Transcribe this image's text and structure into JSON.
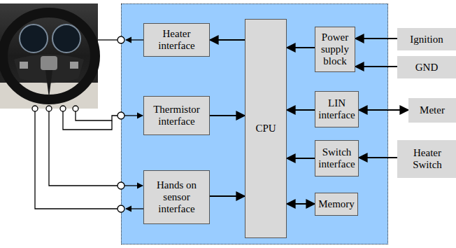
{
  "diagram": {
    "nodes": [
      {
        "text": [
          "Heater interface"
        ]
      },
      {
        "text": [
          "Thermistor interface"
        ]
      },
      {
        "text": [
          "Hands on sensor interface"
        ]
      },
      {
        "text": [
          "CPU"
        ]
      },
      {
        "text": [
          "Power supply block"
        ]
      },
      {
        "text": [
          "LIN interface"
        ]
      },
      {
        "text": [
          "Switch interface"
        ]
      },
      {
        "text": [
          "Memory"
        ]
      },
      {
        "text": [
          "Ignition"
        ]
      },
      {
        "text": [
          "GND"
        ]
      },
      {
        "text": [
          "Meter"
        ]
      },
      {
        "text": [
          "Heater Switch"
        ]
      }
    ],
    "edges": [
      {
        "from": 3,
        "to": 0,
        "arrow": "to"
      },
      {
        "from": 1,
        "to": 3,
        "arrow": "to"
      },
      {
        "from": 2,
        "to": 3,
        "arrow": "to"
      },
      {
        "from": 8,
        "to": 4,
        "arrow": "to"
      },
      {
        "from": 9,
        "to": 4,
        "arrow": "to"
      },
      {
        "from": 4,
        "to": 3,
        "arrow": "to"
      },
      {
        "from": 5,
        "to": 3,
        "arrow": "to"
      },
      {
        "from": 5,
        "to": 10,
        "arrow": "both"
      },
      {
        "from": 11,
        "to": 6,
        "arrow": "to"
      },
      {
        "from": 6,
        "to": 3,
        "arrow": "to"
      },
      {
        "from": 3,
        "to": 7,
        "arrow": "both"
      }
    ]
  }
}
